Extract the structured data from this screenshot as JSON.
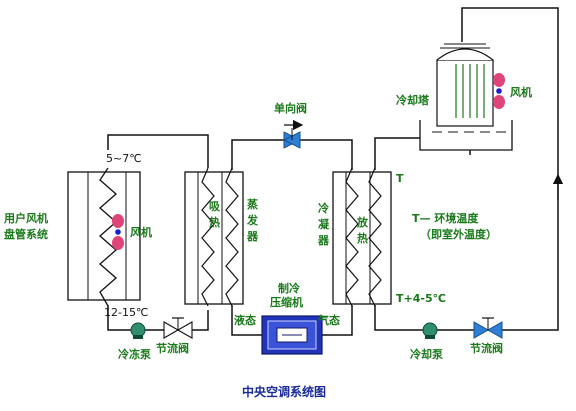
{
  "diagram": {
    "title": "中央空调系统图",
    "labels": {
      "user_coil_line1": "用户风机",
      "user_coil_line2": "盘管系统",
      "fan_left": "风机",
      "fan_right": "风机",
      "cooling_tower": "冷却塔",
      "check_valve": "单向阀",
      "evaporator_absorb": "吸热",
      "evaporator_name": "蒸发器",
      "condenser_name": "冷凝器",
      "condenser_release": "放热",
      "compressor_line1": "制冷",
      "compressor_line2": "压缩机",
      "liquid_state": "液态",
      "gas_state": "气态",
      "chilled_pump": "冷冻泵",
      "throttle_left": "节流阀",
      "cooling_pump": "冷却泵",
      "throttle_right": "节流阀",
      "temp_supply": "5~7℃",
      "temp_return": "12-15℃",
      "temp_t": "T",
      "temp_t_plus": "T+4-5℃",
      "legend_line1": "T— 环境温度",
      "legend_line2": "（即室外温度）"
    },
    "colors": {
      "pipe": "#111111",
      "label_green": "#1a7a1a",
      "fan_pink": "#e0457a",
      "fan_hub": "#1c1cc8",
      "compressor_blue": "#2233bb",
      "valve_blue": "#2e7fd6",
      "pump_green": "#2f8f6f",
      "title_blue": "#1a2a99"
    }
  }
}
